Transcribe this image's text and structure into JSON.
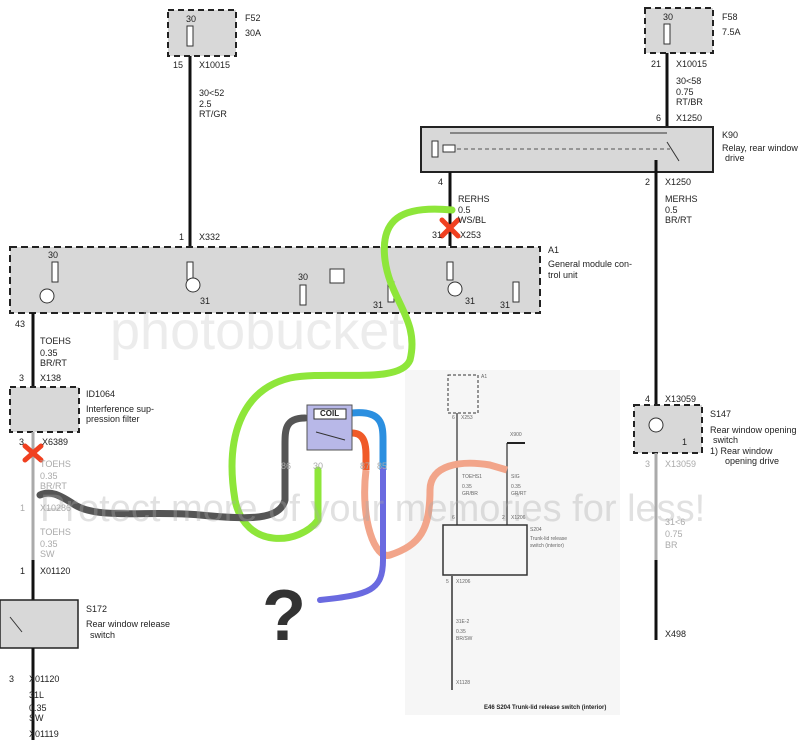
{
  "f52": {
    "pin": "30",
    "name": "F52",
    "rating": "30A",
    "conn_pin": "15",
    "conn": "X10015",
    "wire": [
      "30<52",
      "2.5",
      "RT/GR"
    ],
    "a1_pin": "1",
    "a1_conn": "X332"
  },
  "f58": {
    "pin": "30",
    "name": "F58",
    "rating": "7.5A",
    "conn_pin": "21",
    "conn": "X10015",
    "wire": [
      "30<58",
      "0.75",
      "RT/BR"
    ],
    "k90_pin": "6",
    "k90_conn": "X1250"
  },
  "k90": {
    "name": "K90",
    "desc1": "Relay, rear window",
    "desc2": "drive",
    "pin_left": "4",
    "pin_right": "2",
    "conn_right": "X1250",
    "wire_left": [
      "RERHS",
      "0.5",
      "WS/BL"
    ],
    "wire_right": [
      "MERHS",
      "0.5",
      "BR/RT"
    ],
    "a1_pin": "31",
    "a1_conn": "X253"
  },
  "a1": {
    "name": "A1",
    "desc1": "General module con-",
    "desc2": "trol unit",
    "labels": [
      "30",
      "31",
      "30",
      "31",
      "31",
      "31"
    ],
    "pin": "43"
  },
  "toehs": {
    "wire": [
      "TOEHS",
      "0.35",
      "BR/RT"
    ],
    "pin": "3",
    "conn": "X138"
  },
  "id1064": {
    "name": "ID1064",
    "desc1": "Interference sup-",
    "desc2": "pression filter",
    "pin": "3",
    "conn": "X6389",
    "wire": [
      "TOEHS",
      "0.35",
      "BR/RT"
    ],
    "pin2": "1",
    "conn2": "X10286",
    "wire2": [
      "TOEHS",
      "0.35",
      "SW"
    ],
    "pin3": "1",
    "conn3": "X01120"
  },
  "s172": {
    "name": "S172",
    "desc1": "Rear window release",
    "desc2": "switch",
    "pin": "3",
    "conn": "X01120",
    "wire": [
      "31L",
      "0.35",
      "SW"
    ],
    "ground": "X01119"
  },
  "relay_insert": {
    "coil": "COIL",
    "pins": [
      "86",
      "30",
      "87",
      "85"
    ]
  },
  "question": "?",
  "s204_insert": {
    "a1": "A1",
    "pin_top": "6",
    "conn_top": "X253",
    "arrow_conn": "X900",
    "wire_a": [
      "TOEHS1",
      "0.35",
      "GR/BR"
    ],
    "wire_b": [
      "SIG",
      "0.35",
      "GR/RT"
    ],
    "pin_l": "6",
    "pin_r": "2",
    "conn_sw": "X1206",
    "name": "S204",
    "desc1": "Trunk-lid release",
    "desc2": "switch (interior)",
    "pin_bot": "5",
    "conn_bot": "X1206",
    "wire_c": [
      "31E-2",
      "0.35",
      "BR/SW"
    ],
    "ground": "X1128",
    "caption": "E46 S204 Trunk-lid release switch (interior)"
  },
  "s147": {
    "pin_top": "4",
    "conn_top": "X13059",
    "name": "S147",
    "desc1": "Rear window opening",
    "desc2": "switch",
    "desc3": "1) Rear window",
    "desc4": "opening drive",
    "inner": "1",
    "pin_bot": "3",
    "conn_bot": "X13059",
    "wire": [
      "31<6",
      "0.75",
      "BR"
    ],
    "ground": "X498"
  },
  "watermark": {
    "line1": "photobucket",
    "line2": "Protect more of your memories for less!"
  },
  "colors": {
    "green": "#8ee63a",
    "gray": "#555555",
    "orange": "#f05a28",
    "salmon": "#f2a58a",
    "blue": "#2b8fe0",
    "lavender": "#6a6ae0",
    "red_x": "#f04020"
  }
}
